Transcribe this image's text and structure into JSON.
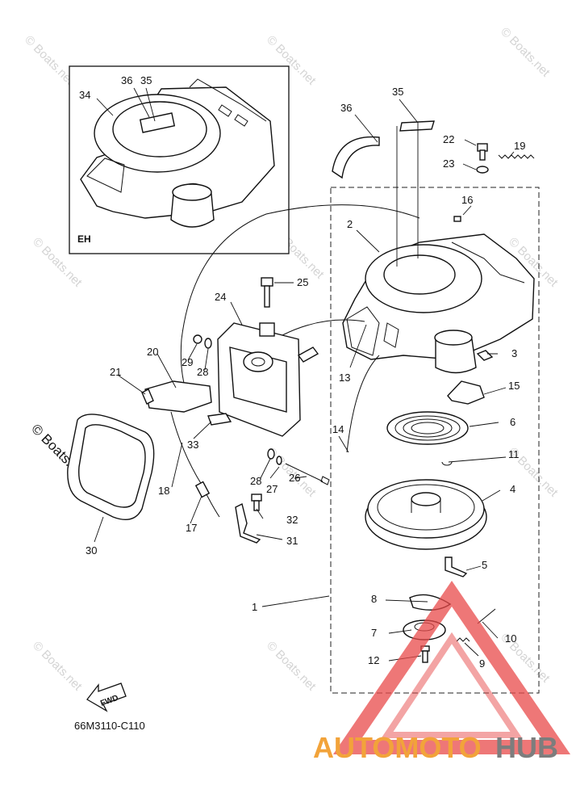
{
  "diagram": {
    "part_code": "66M3110-C110",
    "fwd_label": "FWD",
    "inset_label": "EH",
    "watermark": "© Boats.net",
    "brand_watermark": {
      "part1": "AUTOMOTO",
      "part2": "HUB"
    },
    "callouts": {
      "c1": "1",
      "c2": "2",
      "c3": "3",
      "c4": "4",
      "c5": "5",
      "c6": "6",
      "c7": "7",
      "c8": "8",
      "c9": "9",
      "c10": "10",
      "c11": "11",
      "c12": "12",
      "c13": "13",
      "c14": "14",
      "c15": "15",
      "c16": "16",
      "c17": "17",
      "c18": "18",
      "c19": "19",
      "c20": "20",
      "c21": "21",
      "c22": "22",
      "c23": "23",
      "c24": "24",
      "c25": "25",
      "c26": "26",
      "c27": "27",
      "c28a": "28",
      "c28b": "28",
      "c29": "29",
      "c30": "30",
      "c31": "31",
      "c32": "32",
      "c33": "33",
      "c34": "34",
      "c35a": "35",
      "c35b": "35",
      "c36a": "36",
      "c36b": "36"
    },
    "colors": {
      "brand_orange": "#f2a33a",
      "brand_gray": "#7d7d7d",
      "brand_red": "#e84a4a"
    }
  }
}
